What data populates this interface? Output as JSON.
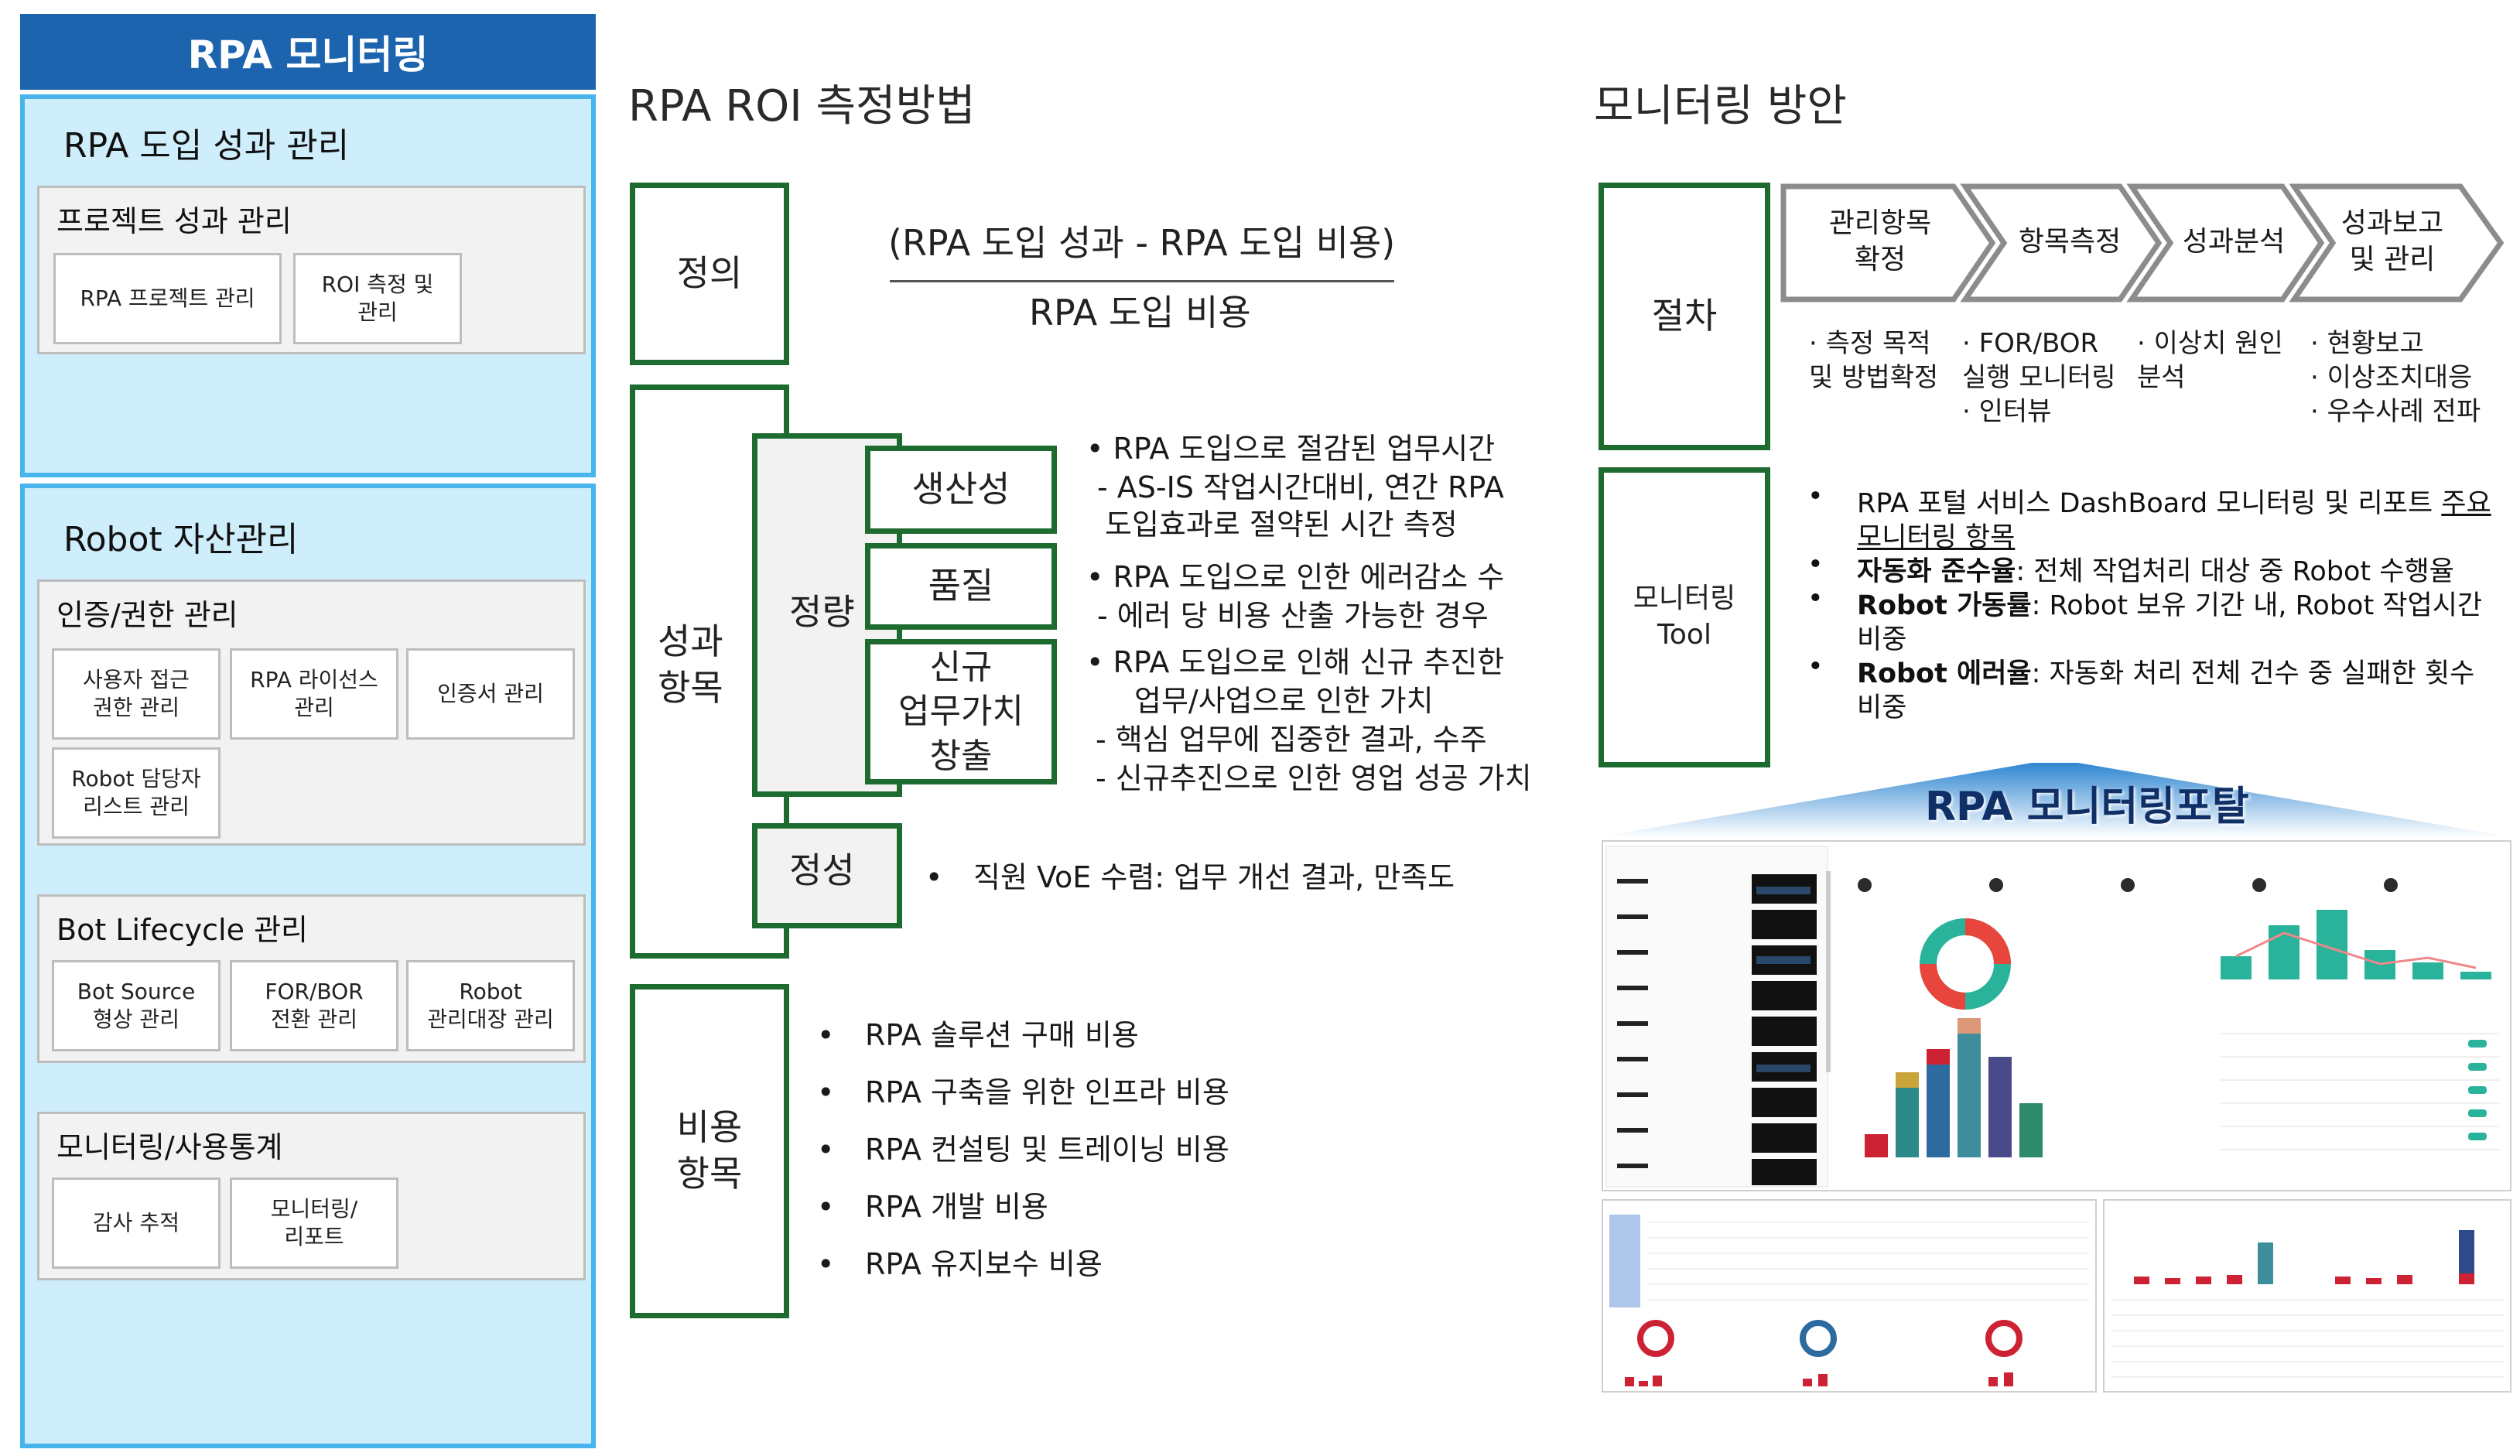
{
  "left": {
    "header": "RPA 모니터링",
    "perf": {
      "title": "RPA 도입 성과 관리",
      "group_title": "프로젝트 성과 관리",
      "cards": [
        "RPA 프로젝트 관리",
        "ROI 측정 및\n관리"
      ]
    },
    "robot": {
      "title": "Robot 자산관리",
      "auth": {
        "title": "인증/권한 관리",
        "cards": [
          "사용자 접근\n권한 관리",
          "RPA 라이선스\n관리",
          "인증서 관리",
          "Robot 담당자\n리스트 관리"
        ]
      },
      "lifecycle": {
        "title": "Bot Lifecycle 관리",
        "cards": [
          "Bot Source\n형상 관리",
          "FOR/BOR\n전환 관리",
          "Robot\n관리대장 관리"
        ]
      },
      "monitor": {
        "title": "모니터링/사용통계",
        "cards": [
          "감사 추적",
          "모니터링/\n리포트"
        ]
      }
    }
  },
  "roi": {
    "title": "RPA ROI 측정방법",
    "definition_label": "정의",
    "numerator": "(RPA 도입 성과 - RPA 도입 비용)",
    "denominator": "RPA 도입 비용",
    "perf_label": "성과\n항목",
    "quant_label": "정량",
    "qual_label": "정성",
    "productivity_label": "생산성",
    "quality_label": "품질",
    "newvalue_label": "신규\n업무가치\n창출",
    "productivity_lines": [
      "•  RPA 도입으로 절감된 업무시간",
      "- AS-IS 작업시간대비, 연간 RPA",
      "도입효과로 절약된 시간 측정"
    ],
    "quality_lines": [
      "•  RPA 도입으로 인한 에러감소 수",
      "- 에러 당 비용 산출 가능한 경우"
    ],
    "newvalue_lines": [
      "•  RPA 도입으로 인해 신규 추진한",
      "업무/사업으로 인한 가치",
      "- 핵심 업무에 집중한 결과, 수주",
      "- 신규추진으로 인한 영업 성공 가치"
    ],
    "qual_lines": [
      "•",
      "직원 VoE 수렴: 업무 개선 결과, 만족도"
    ],
    "cost_label": "비용\n항목",
    "cost_items": [
      "RPA 솔루션 구매 비용",
      "RPA 구축을 위한 인프라 비용",
      "RPA 컨설팅 및 트레이닝 비용",
      "RPA 개발 비용",
      "RPA 유지보수 비용"
    ]
  },
  "mon": {
    "title": "모니터링 방안",
    "procedure_label": "절차",
    "steps": [
      "관리항목\n확정",
      "항목측정",
      "성과분석",
      "성과보고\n및 관리"
    ],
    "step_notes": [
      "· 측정 목적\n및 방법확정",
      "· FOR/BOR\n실행 모니터링\n· 인터뷰",
      "· 이상치 원인\n분석",
      "· 현황보고\n· 이상조치대응\n· 우수사례 전파"
    ],
    "tool_label": "모니터링\nTool",
    "tool_lines": [
      {
        "bullet": "•",
        "pre": "RPA 포털 서비스 DashBoard 모니터링 및 리포트 ",
        "ul": "주요"
      },
      {
        "bullet": "",
        "pre": "",
        "ul": "모니터링 항목"
      },
      {
        "bullet": "•",
        "bold": "자동화 준수율",
        "rest": ": 전체 작업처리 대상 중 Robot 수행율"
      },
      {
        "bullet": "•",
        "bold": "Robot 가동률",
        "rest": ": Robot 보유 기간 내, Robot 작업시간"
      },
      {
        "bullet": "",
        "rest": "비중"
      },
      {
        "bullet": "•",
        "bold": "Robot 에러율",
        "rest": ": 자동화 처리 전체 건수 중 실패한 횟수"
      },
      {
        "bullet": "",
        "rest": "비중"
      }
    ],
    "portal_label": "RPA 모니터링포탈",
    "colors": {
      "green": "#1e6b30",
      "blue": "#1c64ae",
      "light_blue": "#cfeefb"
    }
  }
}
